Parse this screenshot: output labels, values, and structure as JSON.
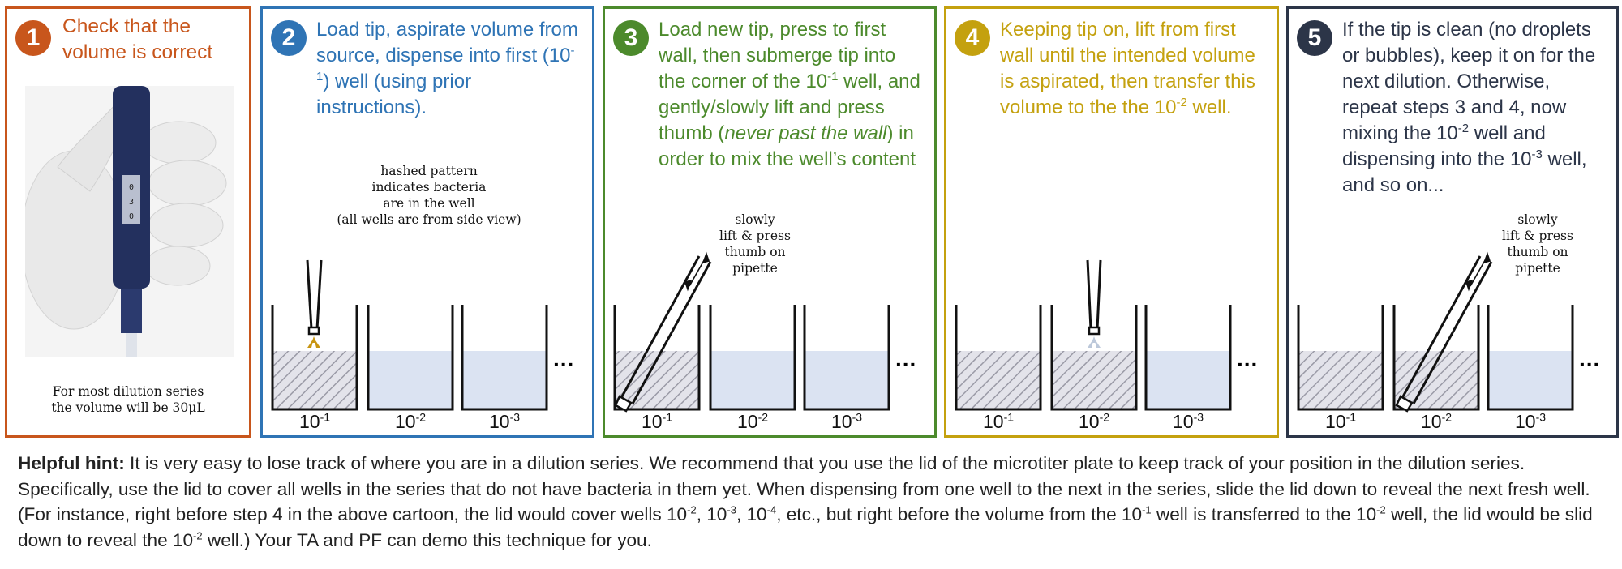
{
  "panels": [
    {
      "num": "1",
      "color": "#c8561c",
      "text": "Check that the volume is correct",
      "caption": [
        "For most dilution series",
        "the volume will be 30μL"
      ]
    },
    {
      "num": "2",
      "color": "#2f74b5",
      "text_a": "Load tip, aspirate volume from source, dispense into first (10",
      "text_sup": "-1",
      "text_b": ") well (using prior instructions).",
      "annotation": [
        "hashed pattern",
        "indicates bacteria",
        "are in the well",
        "(all wells are from side view)"
      ]
    },
    {
      "num": "3",
      "color": "#4c8a2c",
      "text_a": "Load new tip, press to first wall, then submerge tip into the corner of the 10",
      "text_sup": "-1",
      "text_b": " well, and gently/slowly lift and press thumb (",
      "text_italic": "never past the wall",
      "text_c": ") in order to mix the well’s content",
      "annotation": [
        "slowly",
        "lift & press",
        "thumb on",
        "pipette"
      ]
    },
    {
      "num": "4",
      "color": "#c4a10f",
      "text_a": "Keeping tip on, lift from first wall until the intended volume is aspirated, then transfer this volume to the the 10",
      "text_sup": "-2",
      "text_b": " well."
    },
    {
      "num": "5",
      "color": "#2c3548",
      "text_a": "If the tip is clean (no droplets or bubbles), keep it on for the next dilution. Otherwise, repeat steps 3 and 4, now mixing the 10",
      "text_sup1": "-2",
      "text_b": " well and dispensing into the 10",
      "text_sup2": "-3",
      "text_c": " well, and so on...",
      "annotation": [
        "slowly",
        "lift & press",
        "thumb on",
        "pipette"
      ]
    }
  ],
  "well_labels": {
    "base": "10",
    "e1": "-1",
    "e2": "-2",
    "e3": "-3"
  },
  "ellipsis": "...",
  "hint": {
    "bold": "Helpful hint:",
    "t1": " It is very easy to lose track of where you are in a dilution series. We recommend that you use the lid of the microtiter plate to keep track of your position in the dilution series. Specifically, use the lid to cover all wells in the series that do not have bacteria in them yet. When dispensing from one well to the next in the series, slide the lid down to reveal the next fresh well. (For instance, right before step 4 in the above cartoon, the lid would cover wells 10",
    "s1": "-2",
    "t2": ", 10",
    "s2": "-3",
    "t3": ", 10",
    "s3": "-4",
    "t4": ", etc., but right before the volume from the 10",
    "s4": "-1",
    "t5": " well is transferred to the 10",
    "s5": "-2",
    "t6": " well, the lid would be slid down to reveal the 10",
    "s6": "-2",
    "t7": " well.) Your TA and PF can demo this technique for you."
  }
}
